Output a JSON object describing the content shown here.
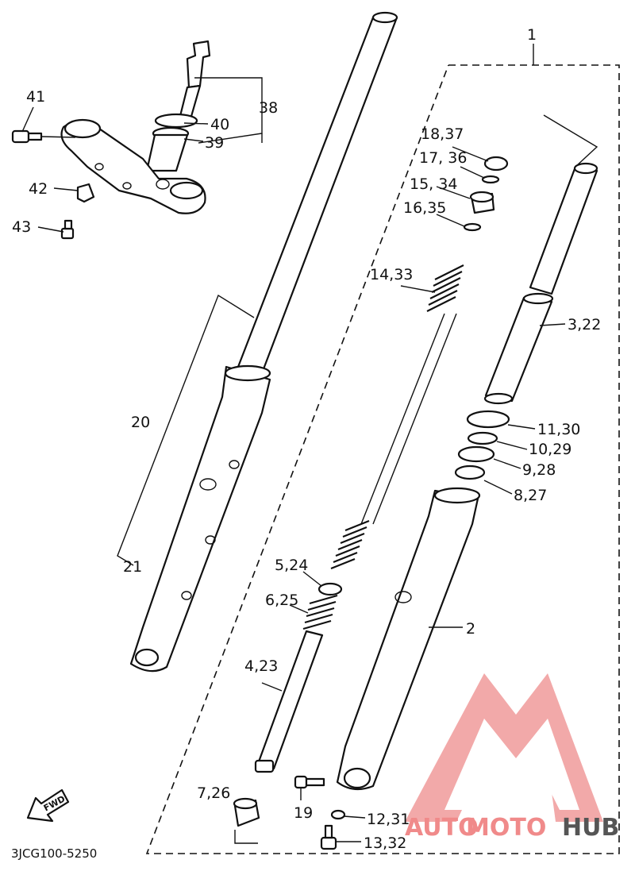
{
  "callouts": {
    "c1": "1",
    "c2": "2",
    "c3_22": "3,22",
    "c4_23": "4,23",
    "c5_24": "5,24",
    "c6_25": "6,25",
    "c7_26": "7,26",
    "c8_27": "8,27",
    "c9_28": "9,28",
    "c10_29": "10,29",
    "c11_30": "11,30",
    "c12_31": "12,31",
    "c13_32": "13,32",
    "c14_33": "14,33",
    "c15_34": "15, 34",
    "c16_35": "16,35",
    "c17_36": "17, 36",
    "c18_37": "18,37",
    "c19": "19",
    "c20": "20",
    "c21": "21",
    "c38": "38",
    "c39": "39",
    "c40": "40",
    "c41": "41",
    "c42": "42",
    "c43": "43"
  },
  "arrow_label": "FWD",
  "diagram_code": "3JCG100-5250",
  "watermark": {
    "part1": "AUTO",
    "part2": "MOTO",
    "part3": "HUB",
    "color_primary": "#f08a8a",
    "color_secondary": "#555555"
  }
}
